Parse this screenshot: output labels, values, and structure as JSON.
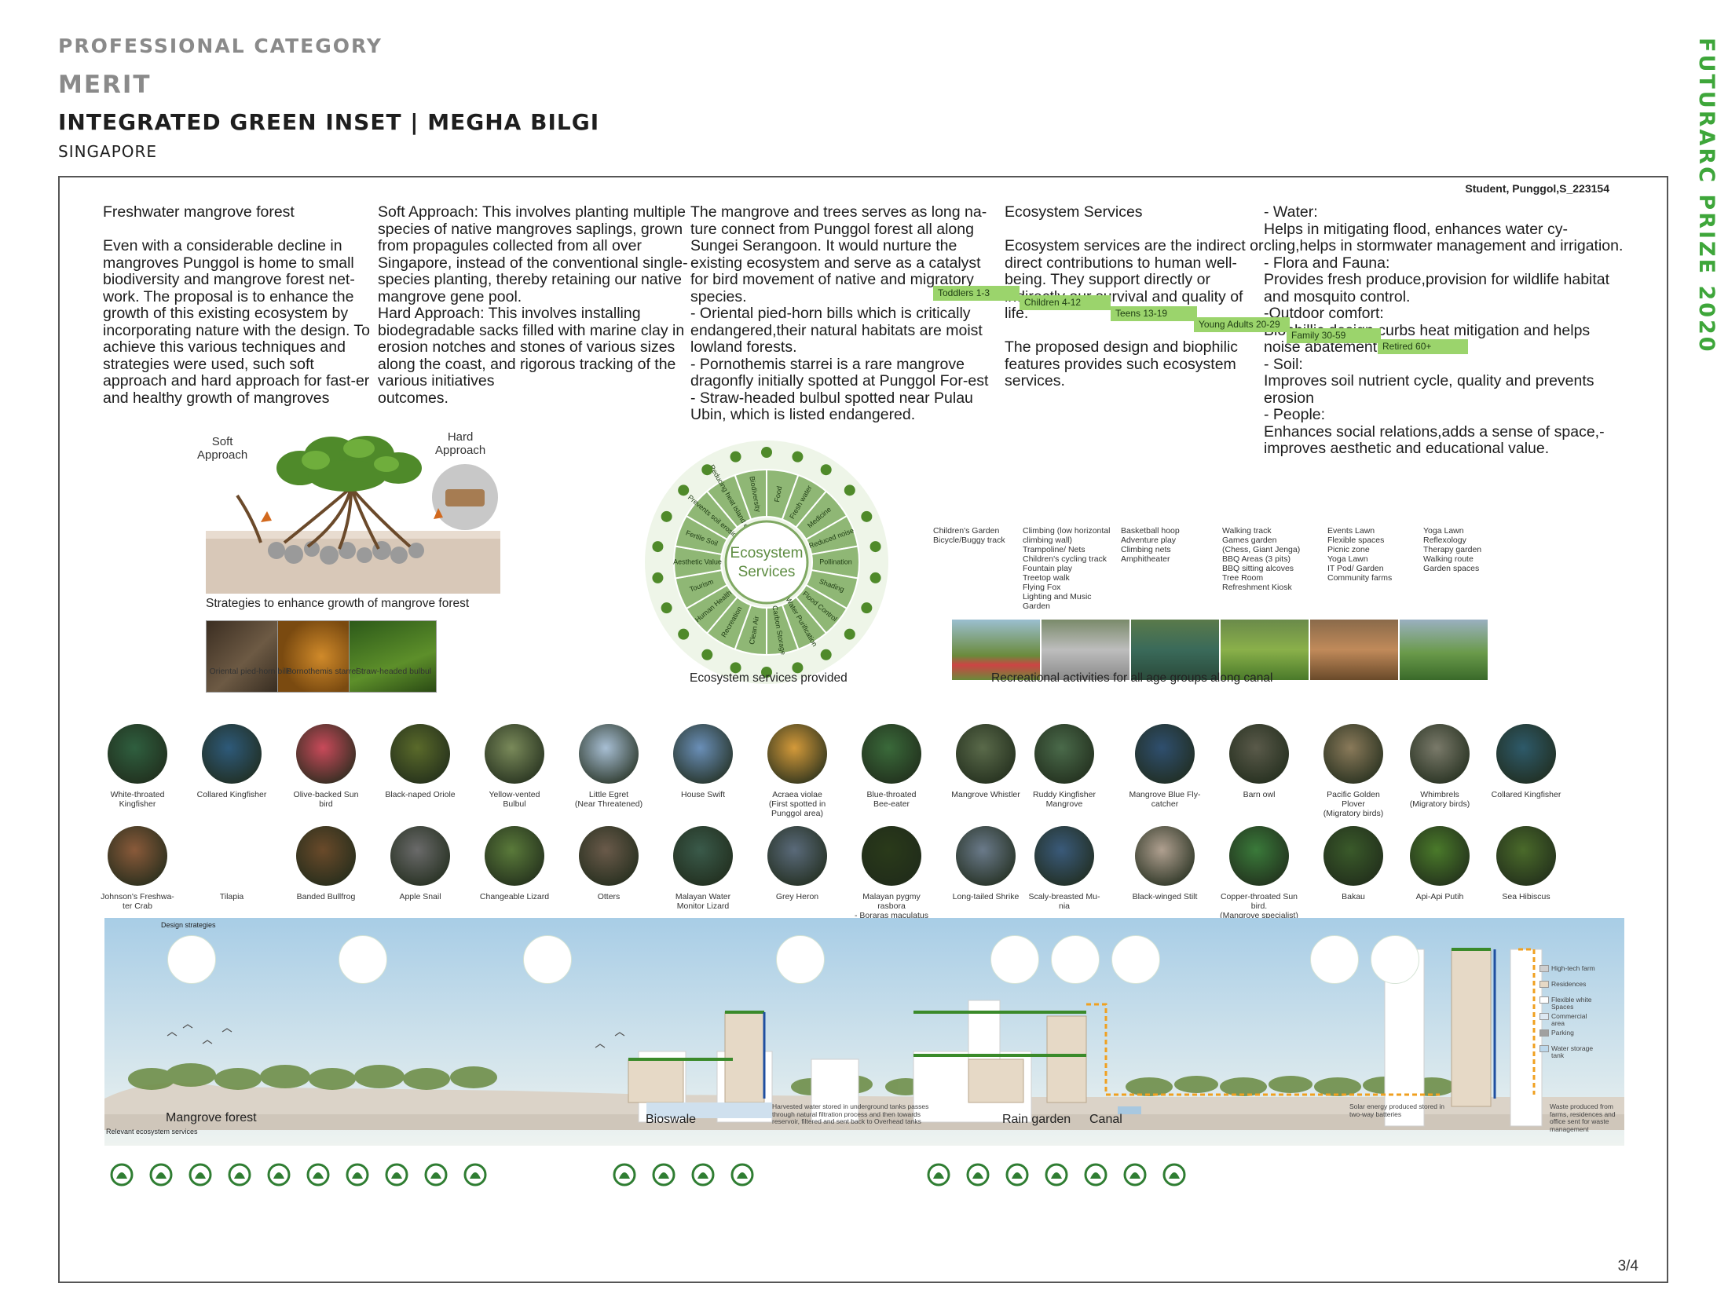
{
  "header": {
    "category": "PROFESSIONAL CATEGORY",
    "award": "MERIT",
    "title": "INTEGRATED GREEN INSET | MEGHA BILGI",
    "country": "SINGAPORE",
    "prize": "FUTURARC PRIZE 2020"
  },
  "panel": {
    "student_id": "Student, Punggol,S_223154",
    "page": "3/4"
  },
  "text": {
    "col1": "Freshwater mangrove forest\n\nEven with a considerable decline in mangroves Punggol is home to small biodiversity and mangrove forest net-work. The proposal is to enhance the growth of this existing ecosystem by incorporating nature with the  design. To achieve this various techniques and strategies were used, such soft approach and hard approach for fast-er and healthy growth of mangroves",
    "col2": "Soft Approach: This involves planting multiple species of native mangroves saplings, grown from propagules collected from all over Singapore, instead of the conventional single-species planting, thereby retaining our native mangrove gene pool.\n Hard Approach: This involves installing biodegradable sacks filled with marine clay in erosion notches and stones of various sizes along the coast, and rigorous tracking of the various initiatives\noutcomes.",
    "col3": "The mangrove and trees serves as long na-ture connect from Punggol forest all along Sungei Serangoon. It would nurture the existing ecosystem  and serve as a catalyst for bird movement of native and migratory species.\n- Oriental pied-horn bills  which is critically endangered,their natural habitats are moist lowland forests.\n- Pornothemis starrei is a rare mangrove dragonfly initially spotted at Punggol For-est\n- Straw-headed bulbul spotted near Pulau Ubin, which is listed endangered.",
    "col4": "Ecosystem Services\n\nEcosystem services are the indirect or direct contributions to human well-being. They support directly or indirectly our survival and quality of life.\n\nThe proposed design and biophilic features provides such ecosystem services.",
    "col5": "- Water:\nHelps in mitigating flood, enhances water cy-cling,helps in stormwater management and irrigation.\n- Flora and Fauna:\nProvides fresh produce,provision for wildlife habitat and mosquito control.\n-Outdoor comfort:\nBiophillic design curbs heat mitigation and helps noise abatement.\n- Soil:\nImproves soil nutrient cycle, quality and prevents erosion\n- People:\nEnhances social relations,adds a sense of space,-improves aesthetic and educational value."
  },
  "mangrove": {
    "soft_label": "Soft\nApproach",
    "hard_label": "Hard\nApproach",
    "caption": "Strategies to enhance growth of mangrove forest",
    "photos": [
      "Oriental pied-horn\nbills",
      "Pornothemis starrei",
      "Straw-headed bulbul"
    ]
  },
  "wheel": {
    "center": "Ecosystem\nServices",
    "segments": [
      "Food",
      "Fresh water",
      "Medicine",
      "Reduced noise",
      "Pollination",
      "Shading",
      "Flood Control",
      "Water Purification",
      "Carbon Storage",
      "Clean Air",
      "Recreation",
      "Human Health",
      "Tourism",
      "Aesthetic Value",
      "Fertile Soil",
      "Prevents soil erosion",
      "Reducing heat island effect",
      "Biodiversity"
    ],
    "caption": "Ecosystem services provided"
  },
  "ages": {
    "groups": [
      {
        "label": "Toddlers  1-3",
        "activities": "Children's Garden\nBicycle/Buggy track"
      },
      {
        "label": "Children  4-12",
        "activities": "Climbing (low horizontal\nclimbing wall)\nTrampoline/ Nets\nChildren's cycling track\nFountain play\nTreetop walk\nFlying Fox\nLighting and Music\nGarden"
      },
      {
        "label": "Teens  13-19",
        "activities": "Basketball hoop\nAdventure play\nClimbing nets\nAmphitheater"
      },
      {
        "label": "Young Adults  20-29",
        "activities": "Walking track\nGames garden\n(Chess, Giant Jenga)\nBBQ Areas (3 pits)\nBBQ sitting alcoves\nTree Room\nRefreshment Kiosk"
      },
      {
        "label": "Family  30-59",
        "activities": "Events Lawn\nFlexible spaces\nPicnic zone\nYoga Lawn\nIT Pod/ Garden\nCommunity farms"
      },
      {
        "label": "Retired  60+",
        "activities": "Yoga Lawn\nReflexology\nTherapy garden\nWalking route\nGarden spaces"
      }
    ],
    "caption": "Recreational activities for all age groups along canal"
  },
  "species_row1": [
    "White-throated\nKingfisher",
    "Collared Kingfisher",
    "Olive-backed Sun\nbird",
    "Black-naped Oriole",
    "Yellow-vented\nBulbul",
    "Little Egret\n(Near Threatened)",
    "House Swift",
    "Acraea violae\n(First spotted in\nPunggol area)",
    "Blue-throated\nBee-eater",
    "Mangrove Whistler",
    "Ruddy Kingfisher\nMangrove",
    "Mangrove Blue Fly-\ncatcher",
    "Barn owl",
    "Pacific Golden\nPlover\n(Migratory birds)",
    "Whimbrels\n(Migratory birds)",
    "Collared Kingfisher"
  ],
  "species_row2": [
    "Johnson's Freshwa-\nter Crab",
    "Tilapia",
    "Banded Bullfrog",
    "Apple Snail",
    "Changeable Lizard",
    "Otters",
    "Malayan Water\nMonitor Lizard",
    "Grey Heron",
    "Malayan pygmy\nrasbora\n- Boraras maculatus",
    "Long-tailed Shrike",
    "Scaly-breasted Mu-\nnia",
    "Black-winged Stilt",
    "Copper-throated Sun\nbird.\n(Mangrove specialist)",
    "Bakau",
    "Api-Api Putih",
    "Sea Hibiscus"
  ],
  "section": {
    "design_strategies": "Design strategies",
    "relevant_services": "Relevant ecosystem services",
    "labels": [
      "Mangrove forest",
      "Bioswale",
      "Rain garden",
      "Canal"
    ],
    "notes": [
      "Harvested water stored in underground tanks passes\nthrough natural filtration process and then towards\nreservoir, filtered and sent back to Overhead tanks",
      "Solar energy produced stored in\ntwo-way batteries",
      "Waste produced from\nfarms, residences and\noffice sent for waste\nmanagement"
    ],
    "legend": [
      "High-tech farm",
      "Residences",
      "Flexible white\nSpaces",
      "Commercial\narea",
      "Parking",
      "Water storage\ntank"
    ]
  },
  "colors": {
    "accent_green": "#3ea63a",
    "age_bar": "#9bd46c",
    "icon_green": "#2f7d32",
    "sky": "#cfe3f0"
  }
}
